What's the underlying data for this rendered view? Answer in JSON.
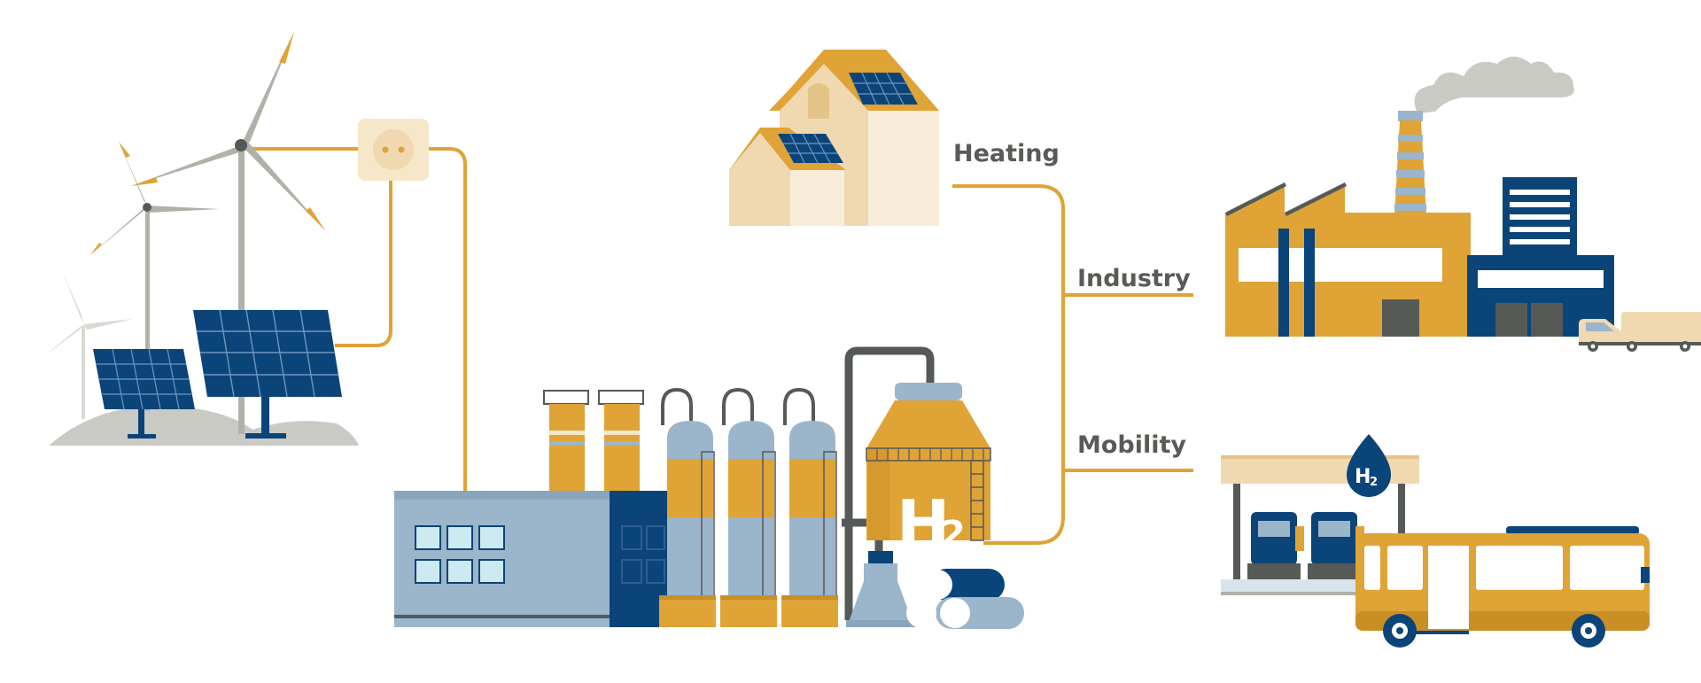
{
  "colors": {
    "line": "#dfa336",
    "navy": "#0b4479",
    "mustard": "#dfa336",
    "steel": "#9bb5cb",
    "grey": "#b0b1a8",
    "dark_grey": "#555a57",
    "cream": "#f6e7c8",
    "light_cream": "#f8edd9",
    "sand": "#f0d9b1",
    "cloud": "#c8cac3",
    "text": "#5a5a56"
  },
  "labels": {
    "heating": "Heating",
    "industry": "Industry",
    "mobility": "Mobility"
  },
  "icons": {
    "electrolyzer_h2": {
      "main": "H",
      "sub": "2"
    },
    "station_drop_h2": {
      "main": "H",
      "sub": "2"
    }
  }
}
